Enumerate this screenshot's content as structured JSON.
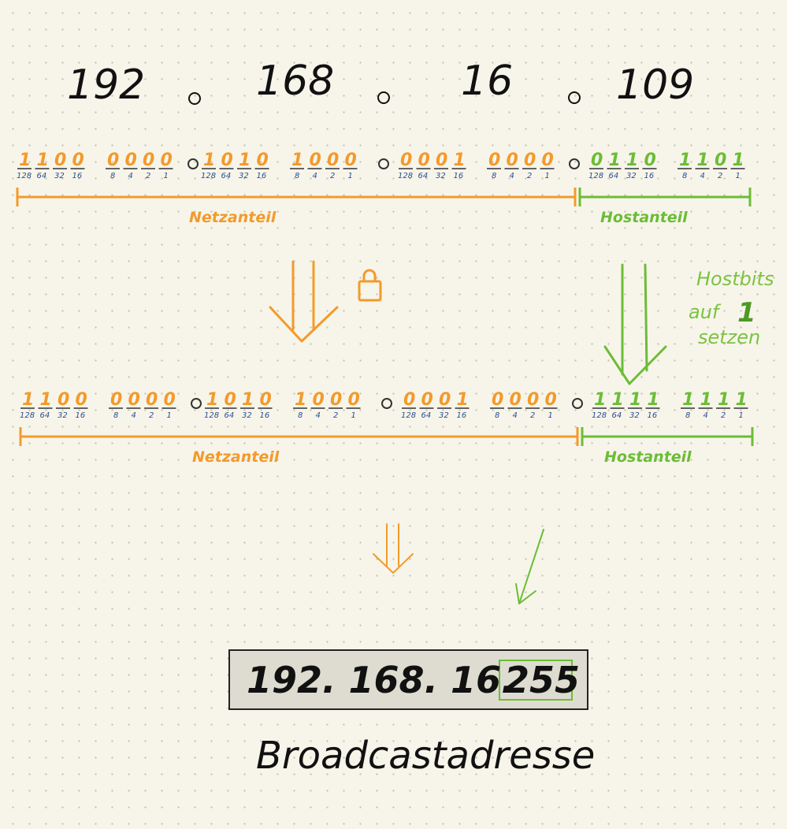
{
  "ip_address": {
    "octets": [
      "192",
      "168",
      "16",
      "109"
    ]
  },
  "bit_weights": [
    "128",
    "64",
    "32",
    "16",
    "8",
    "4",
    "2",
    "1"
  ],
  "row_original": {
    "octets": [
      {
        "bits": [
          "1",
          "1",
          "0",
          "0",
          "0",
          "0",
          "0",
          "0"
        ],
        "part": "net"
      },
      {
        "bits": [
          "1",
          "0",
          "1",
          "0",
          "1",
          "0",
          "0",
          "0"
        ],
        "part": "net"
      },
      {
        "bits": [
          "0",
          "0",
          "0",
          "1",
          "0",
          "0",
          "0",
          "0"
        ],
        "part": "net"
      },
      {
        "bits": [
          "0",
          "1",
          "1",
          "0",
          "1",
          "1",
          "0",
          "1"
        ],
        "part": "host"
      }
    ],
    "net_label": "Netzanteil",
    "host_label": "Hostanteil"
  },
  "row_broadcast": {
    "octets": [
      {
        "bits": [
          "1",
          "1",
          "0",
          "0",
          "0",
          "0",
          "0",
          "0"
        ],
        "part": "net"
      },
      {
        "bits": [
          "1",
          "0",
          "1",
          "0",
          "1",
          "0",
          "0",
          "0"
        ],
        "part": "net"
      },
      {
        "bits": [
          "0",
          "0",
          "0",
          "1",
          "0",
          "0",
          "0",
          "0"
        ],
        "part": "net"
      },
      {
        "bits": [
          "1",
          "1",
          "1",
          "1",
          "1",
          "1",
          "1",
          "1"
        ],
        "part": "host"
      }
    ],
    "net_label": "Netzanteil",
    "host_label": "Hostanteil"
  },
  "annotation": {
    "line1": "Hostbits",
    "line2": "auf",
    "line2_number": "1",
    "line3": "setzen"
  },
  "icons": {
    "lock": "lock-icon",
    "arrows": "double-arrow-icon"
  },
  "result": {
    "prefix": "192. 168. 16.",
    "host_octet": "255"
  },
  "caption": "Broadcastadresse",
  "colors": {
    "net": "#f39a2b",
    "host": "#6bbd36",
    "weights": "#2a4f8f",
    "result_box": "#dedcd0"
  }
}
